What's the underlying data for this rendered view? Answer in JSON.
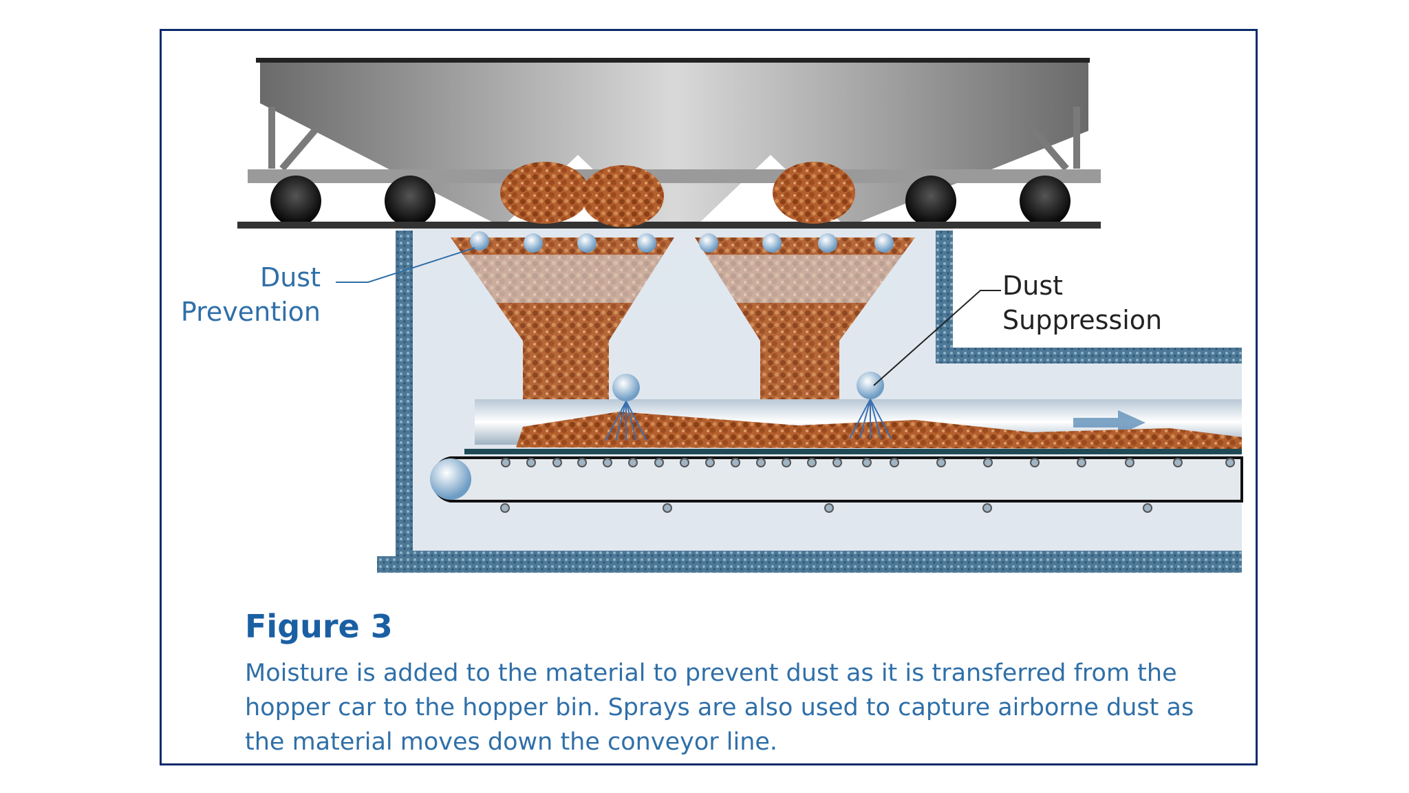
{
  "labels": {
    "dust_prevention": "Dust\nPrevention",
    "dust_prevention_line1": "Dust",
    "dust_prevention_line2": "Prevention",
    "dust_suppression_line1": "Dust",
    "dust_suppression_line2": "Suppression"
  },
  "figure": {
    "title": "Figure 3",
    "caption": "Moisture is added to the material to prevent dust as it is transferred from the hopper car to the hopper bin. Sprays are also used to capture airborne dust as the material moves down the conveyor line."
  },
  "colors": {
    "frame_border": "#0b2a6b",
    "title": "#1b5fa3",
    "caption": "#2f6fa8",
    "material": "#a8542a",
    "enclosure": "#3f6f8f",
    "spray_blue": "#8fb6d8"
  }
}
